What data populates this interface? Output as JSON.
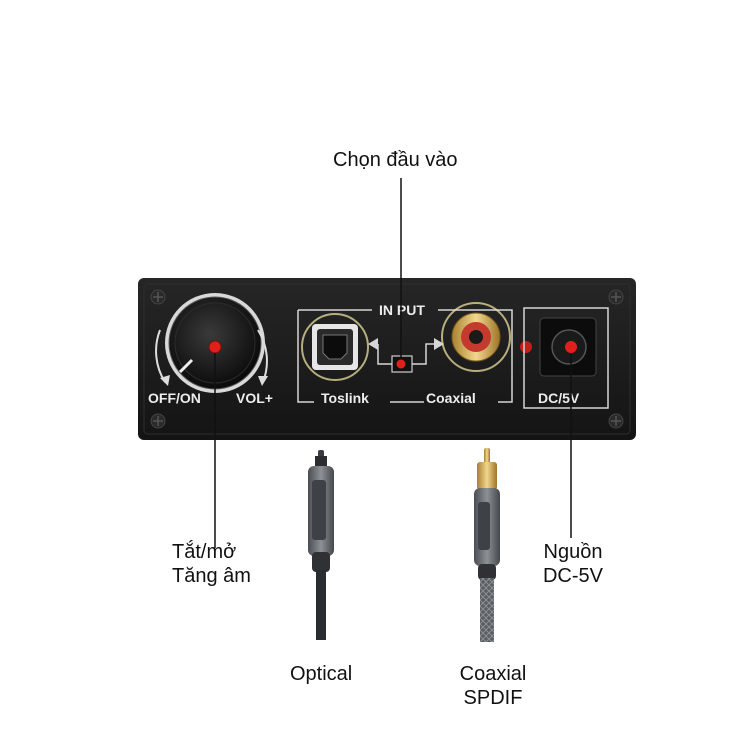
{
  "device": {
    "knob_left_label": "OFF/ON",
    "knob_right_label": "VOL+",
    "input_group_label": "IN PUT",
    "toslink_label": "Toslink",
    "coaxial_label": "Coaxial",
    "dc_label": "DC/5V"
  },
  "callouts": {
    "input_select": "Chọn đầu vào",
    "power_volume_line1": "Tắt/mở",
    "power_volume_line2": "Tăng âm",
    "power_supply_line1": "Nguồn",
    "power_supply_line2": "DC-5V",
    "optical": "Optical",
    "coaxial_line1": "Coaxial",
    "coaxial_line2": "SPDIF"
  },
  "colors": {
    "device_body": "#1b1b1b",
    "silk_print": "#ededed",
    "marker_red": "#e0201a",
    "rca_gold": "#d8b25a",
    "cable_gray": "#6a6e73"
  }
}
